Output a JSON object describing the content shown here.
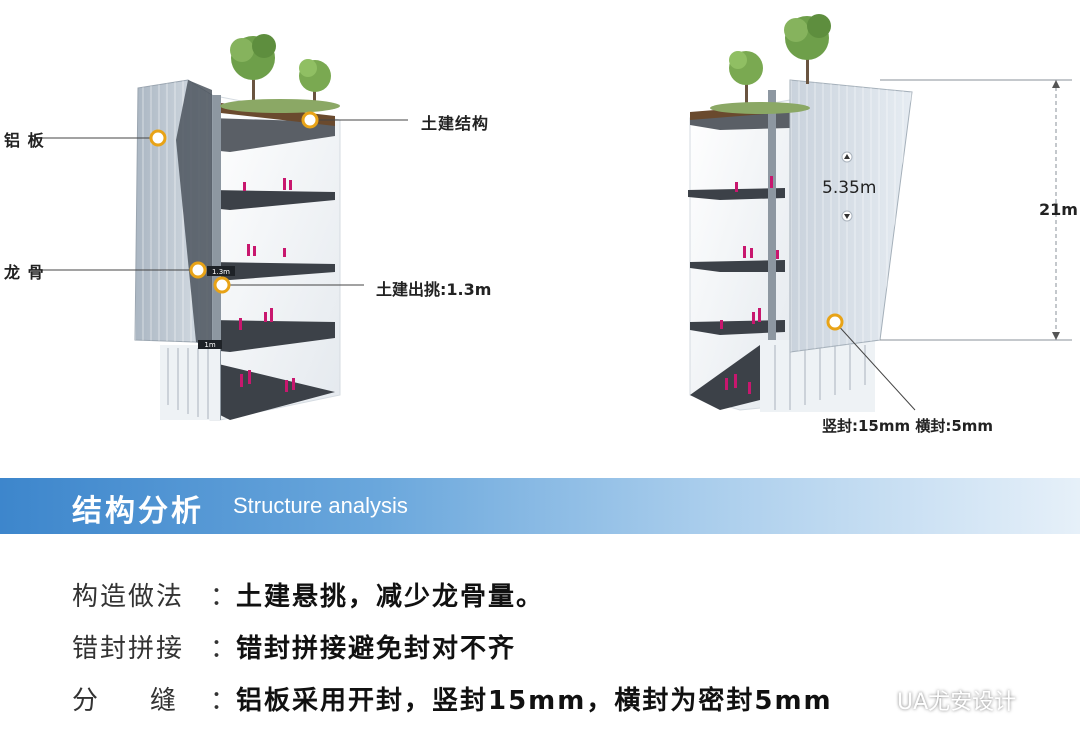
{
  "left_labels": {
    "aluminum_panel": "铝 板",
    "keel": "龙 骨",
    "civil_structure": "土建结构",
    "cantilever": "土建出挑:1.3m",
    "dim_cantilever": "1.3m",
    "dim_bottom": "1m"
  },
  "right_labels": {
    "panel_height": "5.35m",
    "total_height": "21m",
    "joints": "竖封:15mm 横封:5mm"
  },
  "banner": {
    "title_cn": "结构分析",
    "title_en": "Structure analysis"
  },
  "rows": [
    {
      "key": "构造做法",
      "colon": "：",
      "value": "土建悬挑，减少龙骨量。"
    },
    {
      "key": "错封拼接",
      "colon": "：",
      "value": "错封拼接避免封对不齐"
    },
    {
      "key": "分　　缝",
      "colon": "：",
      "value": "铝板采用开封，竖封15mm，横封为密封5mm"
    }
  ],
  "watermark": {
    "text": "UA尤安设计",
    "icon": "wechat-icon"
  },
  "colors": {
    "accent_marker": "#e8a317",
    "figure": "#c8176e",
    "banner_start": "#3d86cc",
    "banner_end": "#e6f0f9"
  }
}
